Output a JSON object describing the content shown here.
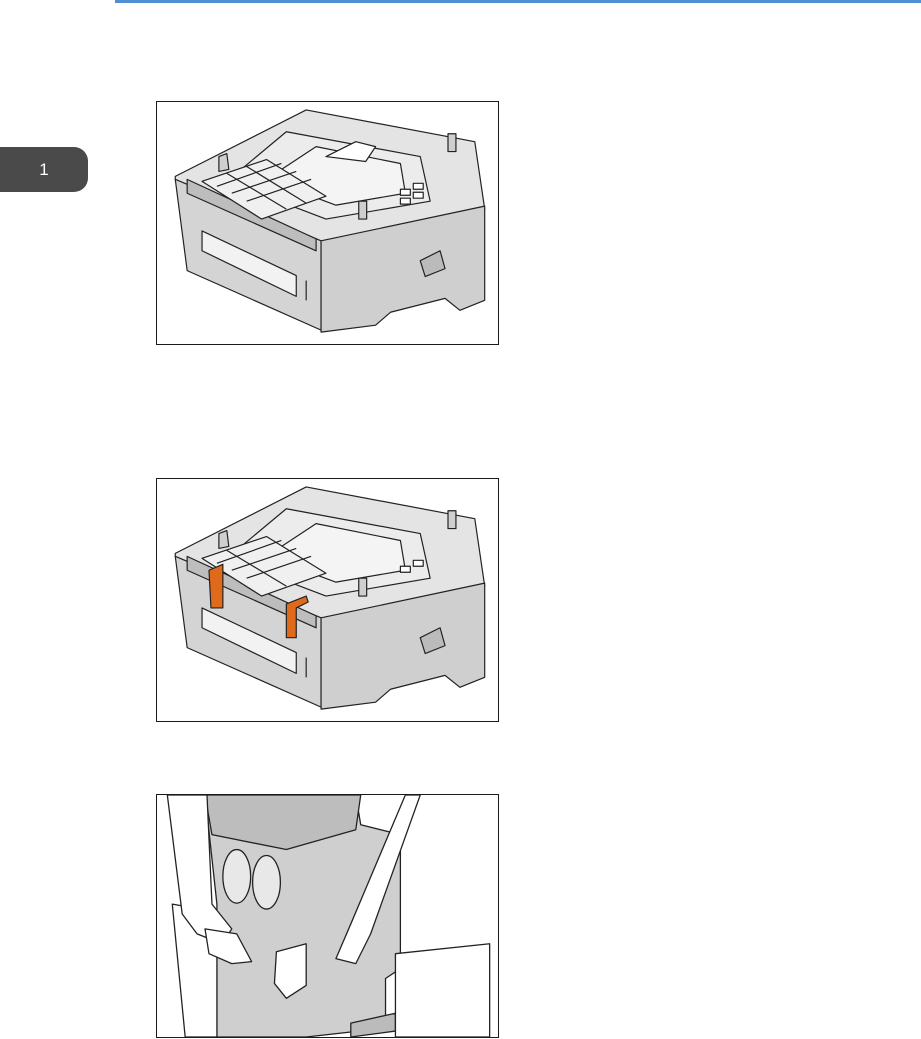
{
  "header": {
    "rule_color": "#4f8fd3"
  },
  "chapter_tab": {
    "label": "1",
    "color": "#4a4a4a"
  },
  "figures": [
    {
      "name": "paper-feed-unit",
      "tape_color": ""
    },
    {
      "name": "paper-feed-unit-with-tape",
      "tape_color": "#e06a1b"
    },
    {
      "name": "lifting-paper-feed-unit"
    }
  ]
}
